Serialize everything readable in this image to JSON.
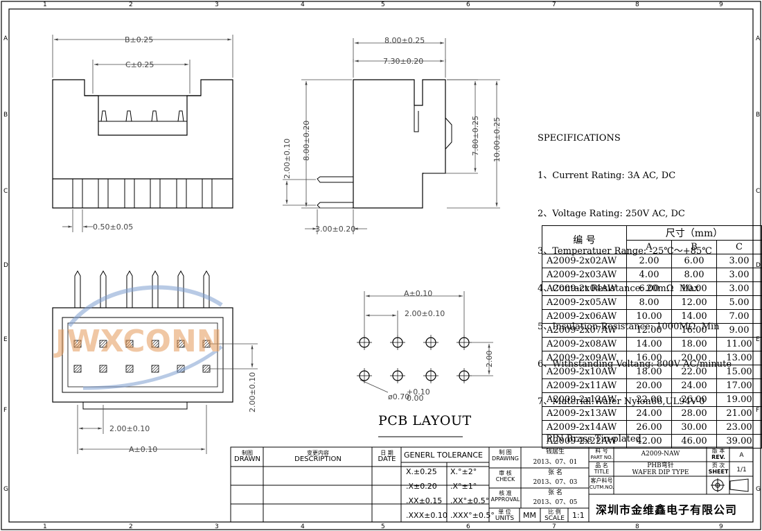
{
  "zones": {
    "columns": [
      "1",
      "2",
      "3",
      "4",
      "5",
      "6",
      "7",
      "8",
      "9"
    ],
    "rows": [
      "A",
      "B",
      "C",
      "D",
      "E",
      "F",
      "G"
    ]
  },
  "dims": {
    "front_b": "B±0.25",
    "front_c": "C±0.25",
    "pin_width": "0.50±0.05",
    "side_total": "8.00±0.25",
    "side_inner": "7.30±0.20",
    "side_h1": "8.00±0.20",
    "side_h2": "2.00±0.10",
    "side_h3": "7.80±0.25",
    "side_h4": "10.00±0.25",
    "side_pin": "3.00±0.20",
    "bottom_pitch": "2.00±0.10",
    "bottom_a": "A±0.10",
    "bottom_row": "2.00±0.10",
    "pcb_a": "A±0.10",
    "pcb_pitch": "2.00±0.10",
    "pcb_row": "2.00",
    "pcb_hole": "ø0.70",
    "pcb_hole_tol_plus": "+0.10",
    "pcb_hole_tol_minus": "0.00"
  },
  "watermark": "JWXCONN",
  "specs": {
    "heading": "SPECIFICATIONS",
    "items": [
      "1、Current Rating: 3A AC, DC",
      "2、Voltage Rating: 250V AC, DC",
      "3、Temperatuer Range: -25℃～+85℃",
      "4、Contact Resistance: 20mΩ  Max",
      "5、Insulation Resistance: 1000MΩ  Min",
      "6、Withstanding Voltang: 800V AC/minute",
      "7、Material:Wafer Nylon66,UL94V-0",
      "   PIN Brass Tin-plated"
    ]
  },
  "pcb_title": "PCB LAYOUT",
  "parts_table": {
    "h_part": "编  号",
    "h_dim": "尺寸（mm）",
    "h_a": "A",
    "h_b": "B",
    "h_c": "C",
    "rows": [
      {
        "pn": "A2009-2x02AW",
        "a": "2.00",
        "b": "6.00",
        "c": "3.00"
      },
      {
        "pn": "A2009-2x03AW",
        "a": "4.00",
        "b": "8.00",
        "c": "3.00"
      },
      {
        "pn": "A2009-2x04AW",
        "a": "6.00",
        "b": "10.00",
        "c": "3.00"
      },
      {
        "pn": "A2009-2x05AW",
        "a": "8.00",
        "b": "12.00",
        "c": "5.00"
      },
      {
        "pn": "A2009-2x06AW",
        "a": "10.00",
        "b": "14.00",
        "c": "7.00"
      },
      {
        "pn": "A2009-2x07AW",
        "a": "12.00",
        "b": "16.00",
        "c": "9.00"
      },
      {
        "pn": "A2009-2x08AW",
        "a": "14.00",
        "b": "18.00",
        "c": "11.00"
      },
      {
        "pn": "A2009-2x09AW",
        "a": "16.00",
        "b": "20.00",
        "c": "13.00"
      },
      {
        "pn": "A2009-2x10AW",
        "a": "18.00",
        "b": "22.00",
        "c": "15.00"
      },
      {
        "pn": "A2009-2x11AW",
        "a": "20.00",
        "b": "24.00",
        "c": "17.00"
      },
      {
        "pn": "A2009-2x12AW",
        "a": "22.00",
        "b": "26.00",
        "c": "19.00"
      },
      {
        "pn": "A2009-2x13AW",
        "a": "24.00",
        "b": "28.00",
        "c": "21.00"
      },
      {
        "pn": "A2009-2x14AW",
        "a": "26.00",
        "b": "30.00",
        "c": "23.00"
      },
      {
        "pn": "A2009-2x22AW",
        "a": "42.00",
        "b": "46.00",
        "c": "39.00"
      }
    ]
  },
  "title_block": {
    "drawn_cn": "制图",
    "drawn_en": "DRAWN",
    "desc_cn": "变更内容",
    "desc_en": "DESCRIPTION",
    "date_cn": "日 期",
    "date_en": "DATE",
    "tolerance_title": "GENERL  TOLERANCE",
    "tol": [
      {
        "l": "X.±0.25",
        "r": "X.°±2°"
      },
      {
        "l": ".X±0.20",
        "r": ".X°±1°"
      },
      {
        "l": ".XX±0.15",
        "r": ".XX°±0.5°"
      },
      {
        "l": ".XXX±0.10",
        "r": ".XXX°±0.5°"
      }
    ],
    "drawing_cn": "制  图",
    "drawing_en": "DRAWING",
    "drawing_name": "钱居生",
    "drawing_date": "2013、07、01",
    "check_cn": "审  核",
    "check_en": "CHECK",
    "check_name": "张  名",
    "check_date": "2013、07、03",
    "approval_cn": "核  准",
    "approval_en": "APPROVAL",
    "approval_name": "张  名",
    "approval_date": "2013、07、05",
    "units_cn": "单 位",
    "units_en": "UNITS",
    "units_val": "MM",
    "scale_cn": "比 例",
    "scale_en": "SCALE",
    "scale_val": "1:1",
    "partno_cn": "料  号",
    "partno_en": "PART NO.",
    "partno_val": "A2009-NAW",
    "rev_cn": "版 本",
    "rev_en": "REV.",
    "rev_val": "A",
    "title_cn": "品  名",
    "title_en": "TITLE",
    "title_val1": "PHB弯针",
    "title_val2": "WAFER DIP TYPE",
    "sheet_cn": "页 次",
    "sheet_en": "SHEET",
    "sheet_val": "1/1",
    "custno_cn": "客户料号",
    "custno_en": "CUTM.NO.",
    "company": "深圳市金维鑫电子有限公司"
  }
}
